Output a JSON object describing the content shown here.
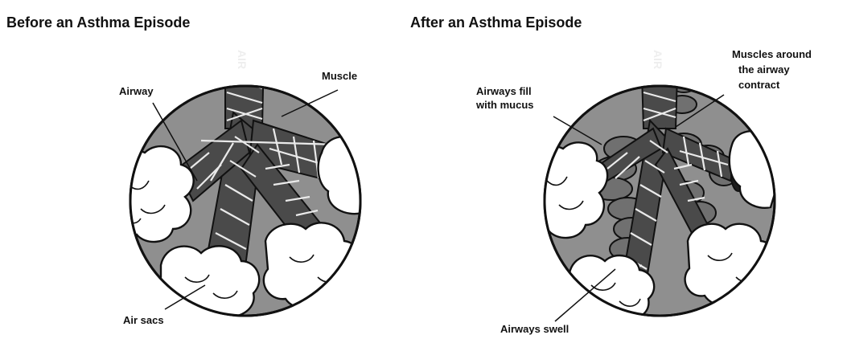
{
  "before": {
    "title": "Before an Asthma Episode",
    "labels": {
      "airway": "Airway",
      "muscle": "Muscle",
      "air_sacs": "Air sacs",
      "air": "AIR"
    }
  },
  "after": {
    "title": "After an Asthma Episode",
    "labels": {
      "mucus_line1": "Airways fill",
      "mucus_line2": "with mucus",
      "muscles_line1": "Muscles around",
      "muscles_line2": "the airway",
      "muscles_line3": "contract",
      "swell": "Airways swell",
      "air": "AIR"
    }
  },
  "colors": {
    "disc": "#8f8f8f",
    "airway": "#4a4a4a",
    "muscle_band": "#eaeaea",
    "air_sac": "#ffffff",
    "outline": "#111111",
    "swollen_tissue": "#707070"
  }
}
